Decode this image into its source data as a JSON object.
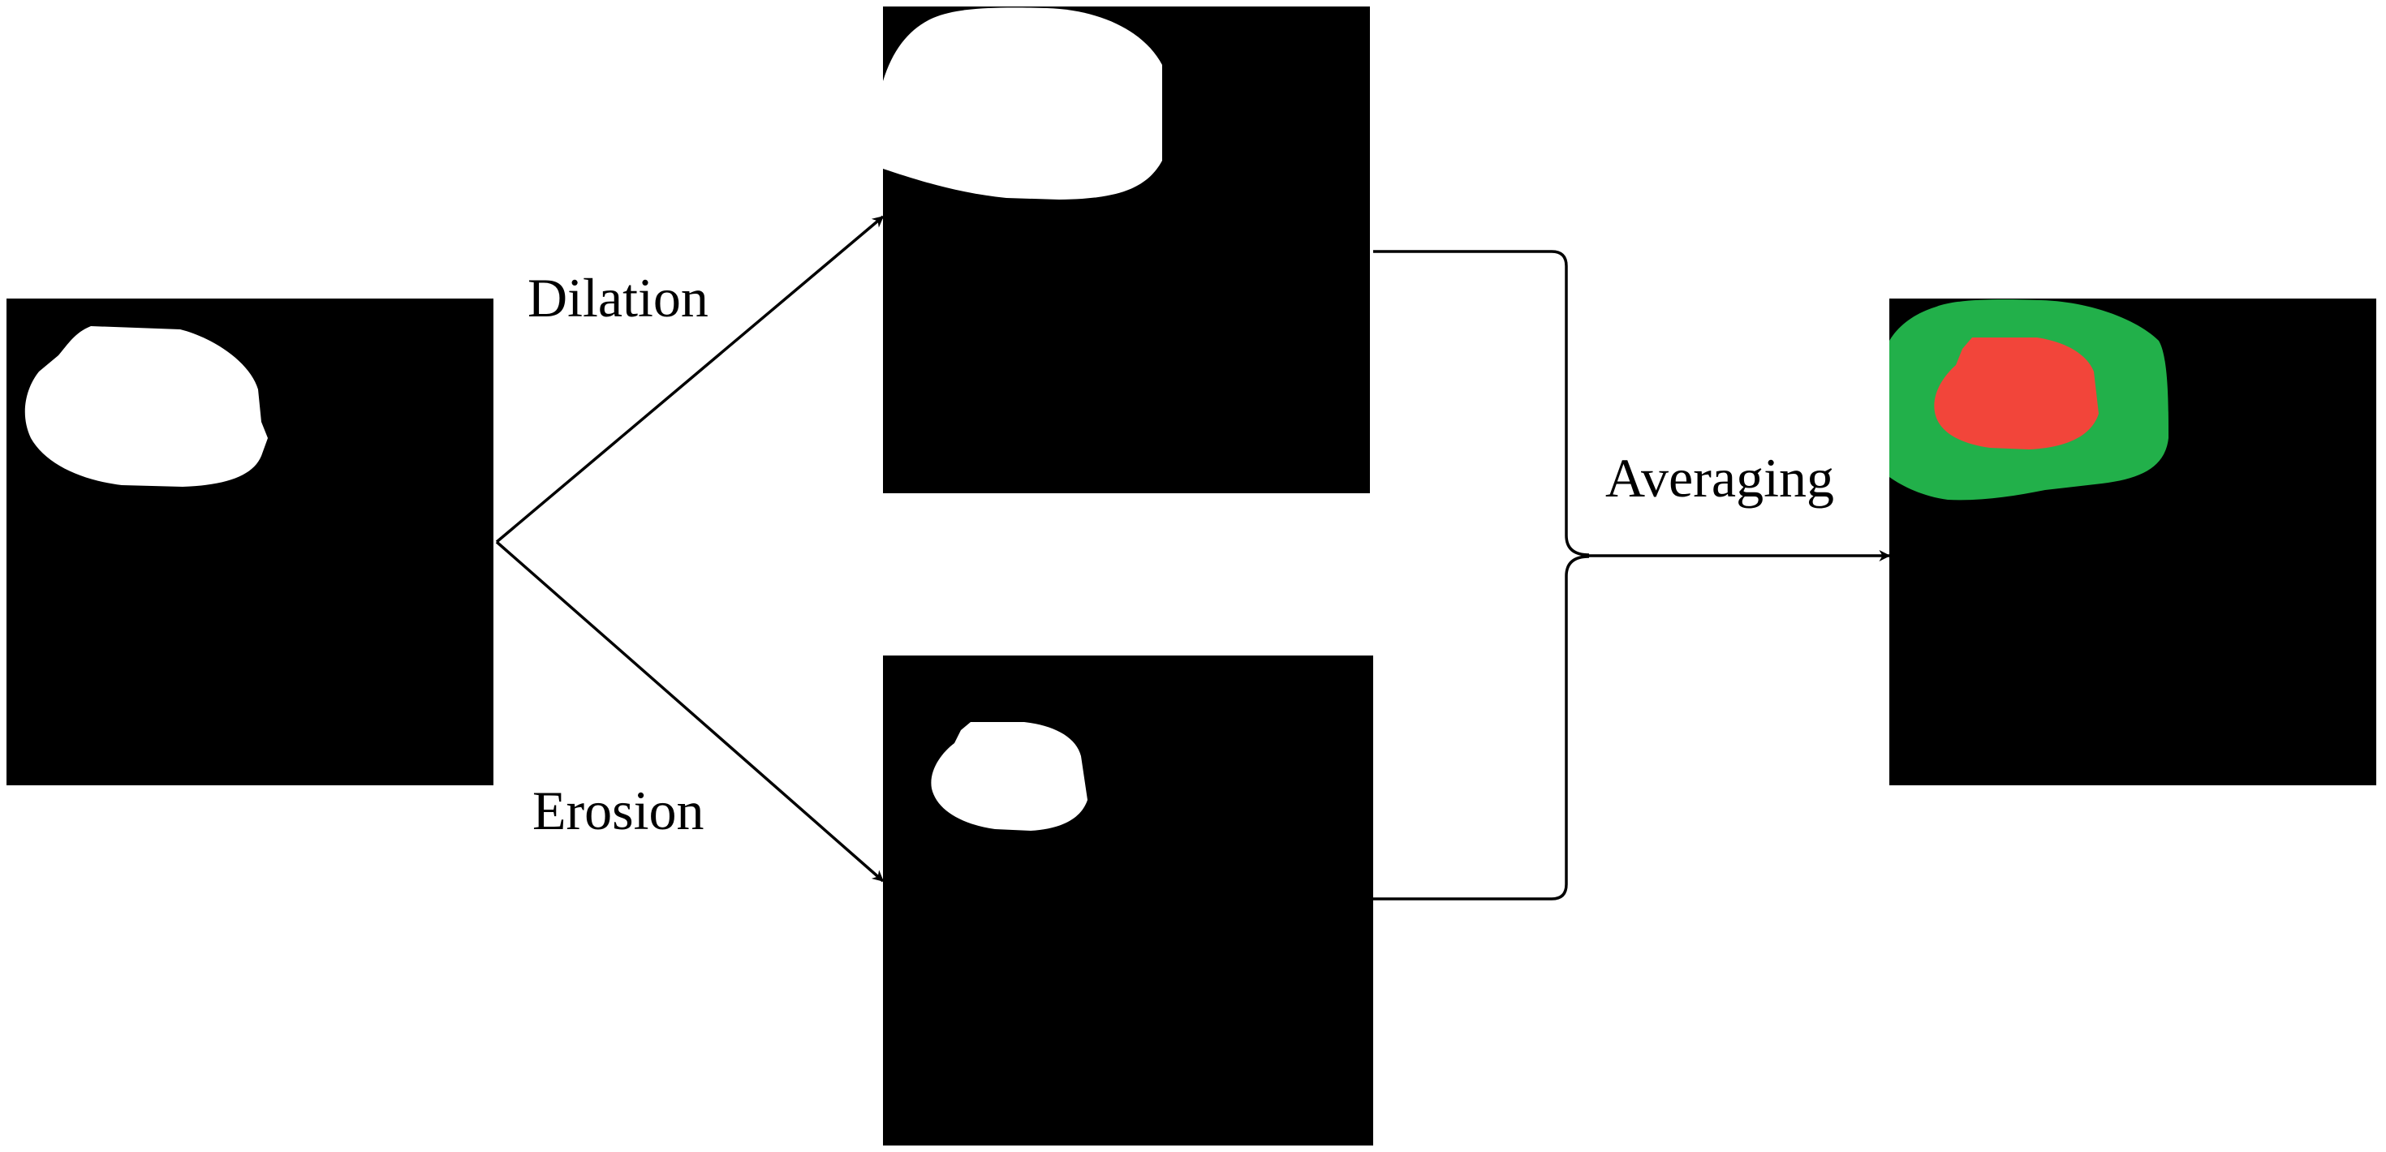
{
  "labels": {
    "dilation": "Dilation",
    "erosion": "Erosion",
    "averaging": "Averaging"
  },
  "colors": {
    "background": "#ffffff",
    "mask_background": "#000000",
    "mask_foreground": "#ffffff",
    "overlay_outer": "#22b04a",
    "overlay_inner": "#f2453a",
    "line": "#000000"
  }
}
